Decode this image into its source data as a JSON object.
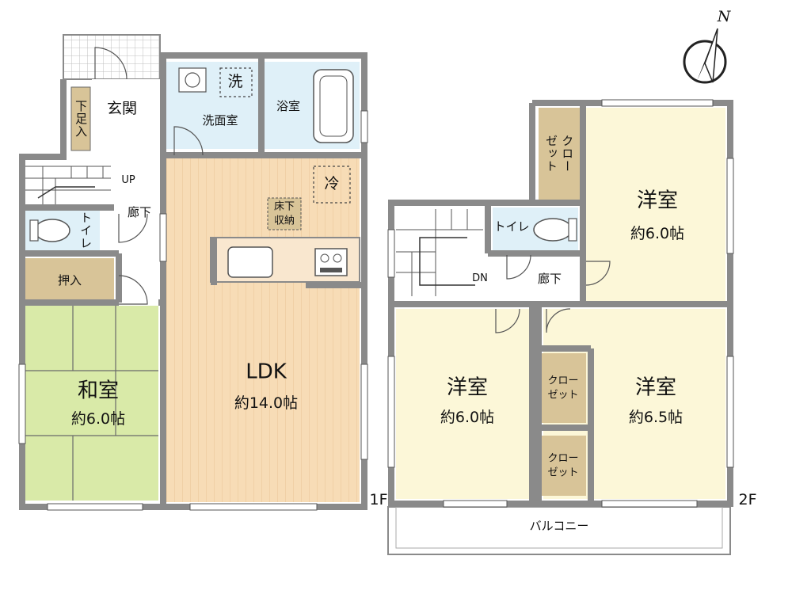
{
  "floor1": {
    "floor_label": "1F",
    "entrance": "玄関",
    "shoe_storage": "下足入",
    "washroom": "洗面室",
    "washer": "洗",
    "bathroom": "浴室",
    "stairs_up": "UP",
    "hallway": "廊下",
    "toilet": "トイレ",
    "closet": "押入",
    "japanese_room": {
      "name": "和室",
      "size": "約6.0帖"
    },
    "ldk": {
      "name": "LDK",
      "size": "約14.0帖"
    },
    "fridge": "冷",
    "underfloor_storage": "床下\n収納"
  },
  "floor2": {
    "floor_label": "2F",
    "stairs_down": "DN",
    "hallway": "廊下",
    "toilet": "トイレ",
    "balcony": "バルコニー",
    "rooms": [
      {
        "name": "洋室",
        "size": "約6.0帖"
      },
      {
        "name": "洋室",
        "size": "約6.0帖"
      },
      {
        "name": "洋室",
        "size": "約6.5帖"
      }
    ],
    "closets": [
      "クロー\nゼット",
      "クロー\nゼット",
      "クロー\nゼット"
    ]
  },
  "compass": {
    "label": "N"
  },
  "colors": {
    "wall": "#8a8a8a",
    "ldk_floor": "#f7dcb6",
    "tatami": "#d9eaa8",
    "western_room": "#fcf7d8",
    "wet_area": "#dff0f8",
    "storage": "#d8c498"
  }
}
